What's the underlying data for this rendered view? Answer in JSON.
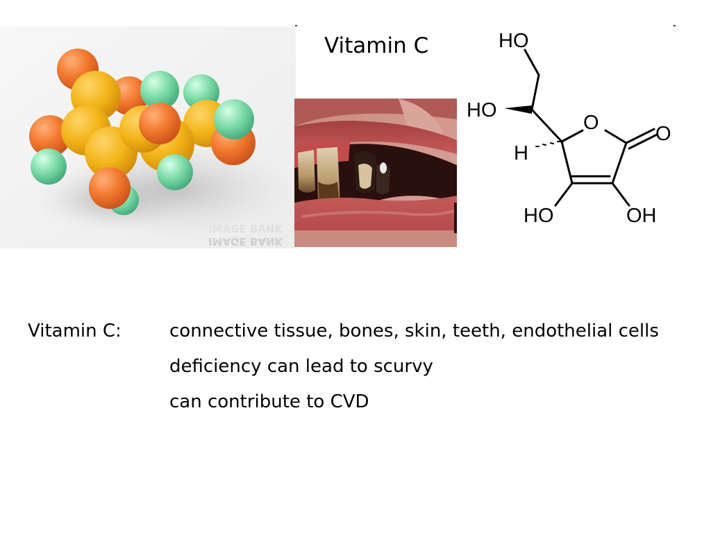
{
  "slide": {
    "title": "Vitamin C",
    "molecule_image": {
      "watermark": "IMAGE BANK"
    },
    "structure_labels": {
      "ho_top": "HO",
      "ho_left": "HO",
      "h": "H",
      "ring_o": "O",
      "carbonyl_o": "O",
      "ho_bottom": "HO",
      "oh_bottom": "OH"
    },
    "content": {
      "label": "Vitamin C:",
      "lines": [
        "connective tissue, bones, skin, teeth, endothelial cells",
        "deficiency can lead to scurvy",
        "can contribute to CVD"
      ]
    },
    "colors": {
      "atom_orange": "#f27a2e",
      "atom_yellow": "#f2b418",
      "atom_green": "#7fdcaa",
      "gum_red": "#b8383a"
    }
  }
}
